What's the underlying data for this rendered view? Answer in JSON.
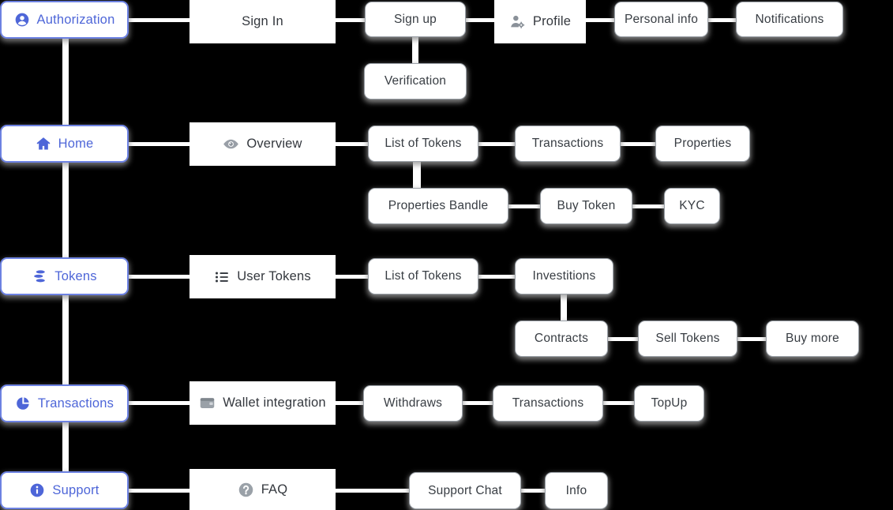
{
  "canvas": {
    "background": "#000000"
  },
  "colors": {
    "accent_blue_text": "#4e66d8",
    "accent_blue_border": "#6d82e2",
    "card_border_gray": "#9ba1a8",
    "card_text_dark": "#383d43",
    "icon_gray": "#9aa1a8",
    "connector": "#ffffff",
    "node_background": "#ffffff"
  },
  "nodes": {
    "authorization": {
      "label": "Authorization",
      "icon": "user-circle-icon"
    },
    "sign_in": {
      "label": "Sign In"
    },
    "sign_up": {
      "label": "Sign up"
    },
    "verification": {
      "label": "Verification"
    },
    "profile": {
      "label": "Profile",
      "icon": "user-gear-icon"
    },
    "personal_info": {
      "label": "Personal info"
    },
    "notifications": {
      "label": "Notifications"
    },
    "home": {
      "label": "Home",
      "icon": "home-icon"
    },
    "overview": {
      "label": "Overview",
      "icon": "eye-icon"
    },
    "list_of_tokens_home": {
      "label": "List of Tokens"
    },
    "transactions_home": {
      "label": "Transactions"
    },
    "properties": {
      "label": "Properties"
    },
    "properties_bandle": {
      "label": "Properties Bandle"
    },
    "buy_token": {
      "label": "Buy Token"
    },
    "kyc": {
      "label": "KYC"
    },
    "tokens": {
      "label": "Tokens",
      "icon": "coins-icon"
    },
    "user_tokens": {
      "label": "User Tokens",
      "icon": "list-icon"
    },
    "list_of_tokens_tokens": {
      "label": "List of Tokens"
    },
    "investitions": {
      "label": "Investitions"
    },
    "contracts": {
      "label": "Contracts"
    },
    "sell_tokens": {
      "label": "Sell Tokens"
    },
    "buy_more": {
      "label": "Buy more"
    },
    "transactions_nav": {
      "label": "Transactions",
      "icon": "pie-chart-icon"
    },
    "wallet_integration": {
      "label": "Wallet integration",
      "icon": "wallet-icon"
    },
    "withdraws": {
      "label": "Withdraws"
    },
    "transactions_wallet": {
      "label": "Transactions"
    },
    "topup": {
      "label": "TopUp"
    },
    "support": {
      "label": "Support",
      "icon": "info-circle-icon"
    },
    "faq": {
      "label": "FAQ",
      "icon": "question-circle-icon"
    },
    "support_chat": {
      "label": "Support Chat"
    },
    "info": {
      "label": "Info"
    }
  },
  "edges": [
    [
      "authorization",
      "sign_in"
    ],
    [
      "sign_in",
      "sign_up"
    ],
    [
      "sign_up",
      "verification"
    ],
    [
      "sign_up",
      "profile"
    ],
    [
      "profile",
      "personal_info"
    ],
    [
      "personal_info",
      "notifications"
    ],
    [
      "authorization",
      "home"
    ],
    [
      "home",
      "overview"
    ],
    [
      "overview",
      "list_of_tokens_home"
    ],
    [
      "list_of_tokens_home",
      "transactions_home"
    ],
    [
      "transactions_home",
      "properties"
    ],
    [
      "list_of_tokens_home",
      "properties_bandle"
    ],
    [
      "properties_bandle",
      "buy_token"
    ],
    [
      "buy_token",
      "kyc"
    ],
    [
      "home",
      "tokens"
    ],
    [
      "tokens",
      "user_tokens"
    ],
    [
      "user_tokens",
      "list_of_tokens_tokens"
    ],
    [
      "list_of_tokens_tokens",
      "investitions"
    ],
    [
      "investitions",
      "contracts"
    ],
    [
      "contracts",
      "sell_tokens"
    ],
    [
      "sell_tokens",
      "buy_more"
    ],
    [
      "tokens",
      "transactions_nav"
    ],
    [
      "transactions_nav",
      "wallet_integration"
    ],
    [
      "wallet_integration",
      "withdraws"
    ],
    [
      "withdraws",
      "transactions_wallet"
    ],
    [
      "transactions_wallet",
      "topup"
    ],
    [
      "transactions_nav",
      "support"
    ],
    [
      "support",
      "faq"
    ],
    [
      "faq",
      "support_chat"
    ],
    [
      "support_chat",
      "info"
    ]
  ]
}
